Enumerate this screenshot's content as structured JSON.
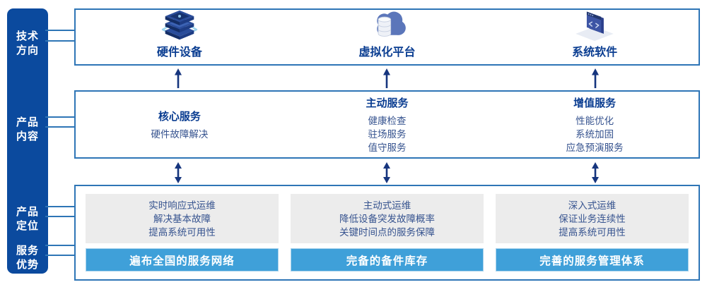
{
  "colors": {
    "sidebar_blue": "#0b4a9e",
    "box_border_blue": "#2e75b6",
    "title_navy": "#0a3d91",
    "body_text_blue": "#36538f",
    "advantage_bar_blue": "#3fa0d9",
    "gray_box": "#ececec",
    "arrow_navy": "#16357e",
    "white": "#ffffff"
  },
  "sidebar": {
    "labels": [
      {
        "line1": "技术",
        "line2": "方向"
      },
      {
        "line1": "产品",
        "line2": "内容"
      },
      {
        "line1": "产品",
        "line2": "定位"
      },
      {
        "line1": "服务",
        "line2": "优势"
      }
    ]
  },
  "tech_row": {
    "items": [
      {
        "icon": "server-stack-icon",
        "label": "硬件设备"
      },
      {
        "icon": "cloud-database-icon",
        "label": "虚拟化平台"
      },
      {
        "icon": "code-window-icon",
        "label": "系统软件"
      }
    ]
  },
  "content_row": {
    "columns": [
      {
        "title": "核心服务",
        "items": [
          "硬件故障解决"
        ]
      },
      {
        "title": "主动服务",
        "items": [
          "健康检查",
          "驻场服务",
          "值守服务"
        ]
      },
      {
        "title": "增值服务",
        "items": [
          "性能优化",
          "系统加固",
          "应急预演服务"
        ]
      }
    ]
  },
  "positioning_row": {
    "columns": [
      {
        "lines": [
          "实时响应式运维",
          "解决基本故障",
          "提高系统可用性"
        ],
        "bar": "遍布全国的服务网络"
      },
      {
        "lines": [
          "主动式运维",
          "降低设备突发故障概率",
          "关键时间点的服务保障"
        ],
        "bar": "完备的备件库存"
      },
      {
        "lines": [
          "深入式运维",
          "保证业务连续性",
          "提高系统可用性"
        ],
        "bar": "完善的服务管理体系"
      }
    ]
  }
}
